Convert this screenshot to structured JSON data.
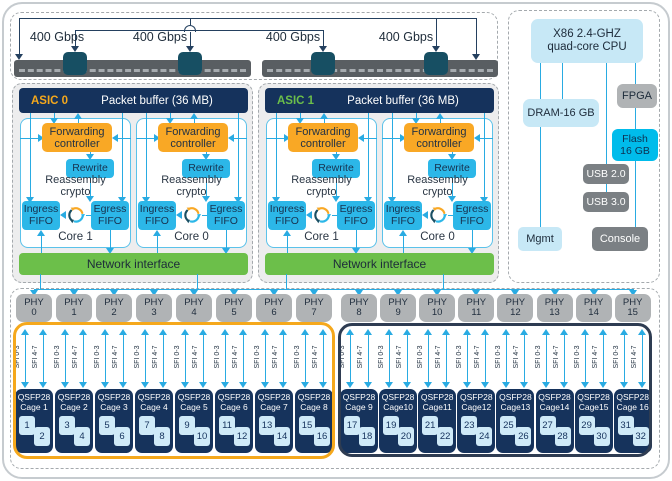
{
  "top_section": {
    "links": [
      {
        "label": "400 Gbps"
      },
      {
        "label": "400 Gbps"
      },
      {
        "label": "400 Gbps"
      },
      {
        "label": "400 Gbps"
      }
    ]
  },
  "asics": [
    {
      "name": "ASIC 0",
      "buffer_label": "Packet buffer (36 MB)",
      "network_interface": "Network interface",
      "cores": [
        {
          "name": "Core 1"
        },
        {
          "name": "Core 0"
        }
      ]
    },
    {
      "name": "ASIC 1",
      "buffer_label": "Packet buffer (36 MB)",
      "network_interface": "Network interface",
      "cores": [
        {
          "name": "Core 1"
        },
        {
          "name": "Core 0"
        }
      ]
    }
  ],
  "core_labels": {
    "forwarding": [
      "Forwarding",
      "controller"
    ],
    "rewrite": "Rewrite",
    "reassembly": [
      "Reassembly",
      "crypto"
    ],
    "ingress": [
      "Ingress",
      "FIFO"
    ],
    "egress": [
      "Egress",
      "FIFO"
    ]
  },
  "cpu_panel": {
    "cpu_lines": [
      "X86 2.4-GHZ",
      "quad-core CPU"
    ],
    "dram": "DRAM-16 GB",
    "fpga": "FPGA",
    "flash_lines": [
      "Flash",
      "16 GB"
    ],
    "usb2": "USB 2.0",
    "usb3": "USB 3.0",
    "mgmt": "Mgmt",
    "console": "Console"
  },
  "phy_row": [
    {
      "label": "PHY",
      "num": "0"
    },
    {
      "label": "PHY",
      "num": "1"
    },
    {
      "label": "PHY",
      "num": "2"
    },
    {
      "label": "PHY",
      "num": "3"
    },
    {
      "label": "PHY",
      "num": "4"
    },
    {
      "label": "PHY",
      "num": "5"
    },
    {
      "label": "PHY",
      "num": "6"
    },
    {
      "label": "PHY",
      "num": "7"
    },
    {
      "label": "PHY",
      "num": "8"
    },
    {
      "label": "PHY",
      "num": "9"
    },
    {
      "label": "PHY",
      "num": "10"
    },
    {
      "label": "PHY",
      "num": "11"
    },
    {
      "label": "PHY",
      "num": "12"
    },
    {
      "label": "PHY",
      "num": "13"
    },
    {
      "label": "PHY",
      "num": "14"
    },
    {
      "label": "PHY",
      "num": "15"
    }
  ],
  "sfi_labels": {
    "left": "SFI 0-3",
    "right": "SFI 4-7"
  },
  "cages": [
    {
      "line1": "QSFP28",
      "line2": "Cage 1",
      "ports": [
        "1",
        "2"
      ]
    },
    {
      "line1": "QSFP28",
      "line2": "Cage 2",
      "ports": [
        "3",
        "4"
      ]
    },
    {
      "line1": "QSFP28",
      "line2": "Cage 3",
      "ports": [
        "5",
        "6"
      ]
    },
    {
      "line1": "QSFP28",
      "line2": "Cage 4",
      "ports": [
        "7",
        "8"
      ]
    },
    {
      "line1": "QSFP28",
      "line2": "Cage 5",
      "ports": [
        "9",
        "10"
      ]
    },
    {
      "line1": "QSFP28",
      "line2": "Cage 6",
      "ports": [
        "11",
        "12"
      ]
    },
    {
      "line1": "QSFP28",
      "line2": "Cage 7",
      "ports": [
        "13",
        "14"
      ]
    },
    {
      "line1": "QSFP28",
      "line2": "Cage 8",
      "ports": [
        "15",
        "16"
      ]
    },
    {
      "line1": "QSFP28",
      "line2": "Cage 9",
      "ports": [
        "17",
        "18"
      ]
    },
    {
      "line1": "QSFP28",
      "line2": "Cage10",
      "ports": [
        "19",
        "20"
      ]
    },
    {
      "line1": "QSFP28",
      "line2": "Cage11",
      "ports": [
        "21",
        "22"
      ]
    },
    {
      "line1": "QSFP28",
      "line2": "Cage12",
      "ports": [
        "23",
        "24"
      ]
    },
    {
      "line1": "QSFP28",
      "line2": "Cage13",
      "ports": [
        "25",
        "26"
      ]
    },
    {
      "line1": "QSFP28",
      "line2": "Cage14",
      "ports": [
        "27",
        "28"
      ]
    },
    {
      "line1": "QSFP28",
      "line2": "Cage15",
      "ports": [
        "29",
        "30"
      ]
    },
    {
      "line1": "QSFP28",
      "line2": "Cage 16",
      "ports": [
        "31",
        "32"
      ]
    }
  ],
  "colors": {
    "navy": "#15325c",
    "orange_box": "#f9a825",
    "cyan_box": "#2cb7e8",
    "flash_cyan": "#00bceb",
    "light_blue": "#c7e8f6",
    "gray_box": "#b0b3b5",
    "dark_gray": "#7b8084",
    "green": "#6cbf4a",
    "asic0_label": "#f5a81c",
    "asic1_label": "#6cbf4a",
    "line_cyan": "#29abe2",
    "line_navy": "#24405f",
    "group_orange": "#f5a81c",
    "group_navy": "#2e3c52",
    "bus_gray": "#595e62",
    "teal_block": "#174f63"
  }
}
